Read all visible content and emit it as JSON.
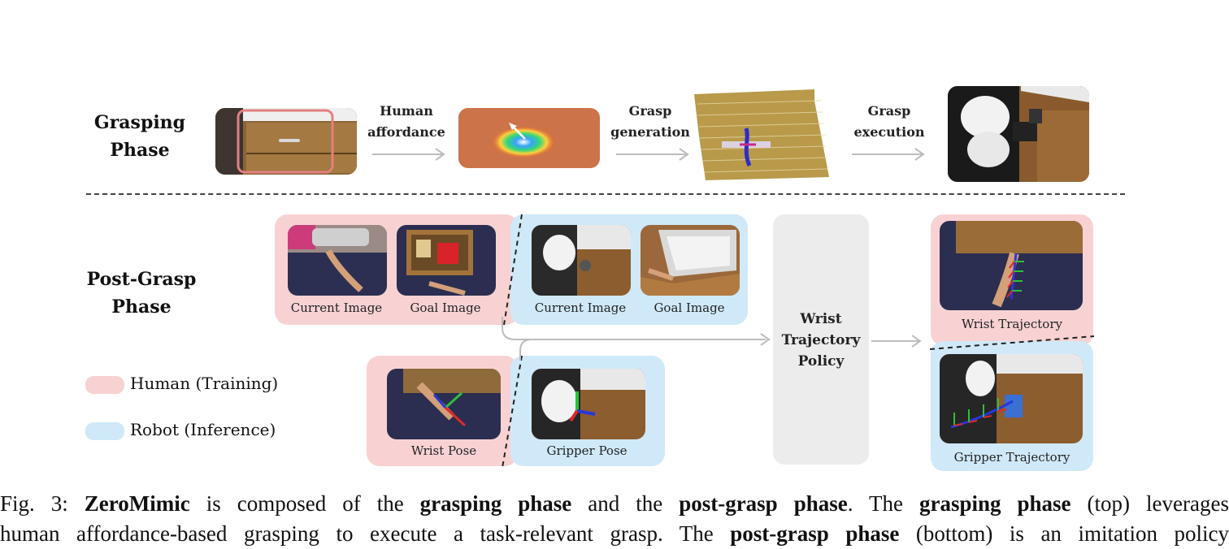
{
  "grasping": {
    "phase_label_line1": "Grasping",
    "phase_label_line2": "Phase",
    "step1_line1": "Human",
    "step1_line2": "affordance",
    "step2_line1": "Grasp",
    "step2_line2": "generation",
    "step3_line1": "Grasp",
    "step3_line2": "execution"
  },
  "postgrasp": {
    "phase_label_line1": "Post-Grasp",
    "phase_label_line2": "Phase",
    "human_current": "Current Image",
    "human_goal": "Goal Image",
    "robot_current": "Current Image",
    "robot_goal": "Goal Image",
    "wrist_pose": "Wrist Pose",
    "gripper_pose": "Gripper Pose",
    "policy_line1": "Wrist",
    "policy_line2": "Trajectory",
    "policy_line3": "Policy",
    "wrist_trajectory": "Wrist Trajectory",
    "gripper_trajectory": "Gripper Trajectory"
  },
  "legend": {
    "human": "Human (Training)",
    "robot": "Robot (Inference)",
    "human_color": "#f8d2d2",
    "robot_color": "#cfe9f8"
  },
  "caption": {
    "prefix": "Fig. 3: ",
    "name": "ZeroMimic",
    "t1": " is composed of the ",
    "b1": "grasping phase",
    "t2": " and the ",
    "b2": "post-grasp phase",
    "t3": ". The ",
    "b3": "grasping phase",
    "t4": " (top) leverages",
    "t5": "human affordance-based grasping to execute a task-relevant grasp. The ",
    "b4": "post-grasp phase",
    "t6": " (bottom) is an imitation policy"
  }
}
